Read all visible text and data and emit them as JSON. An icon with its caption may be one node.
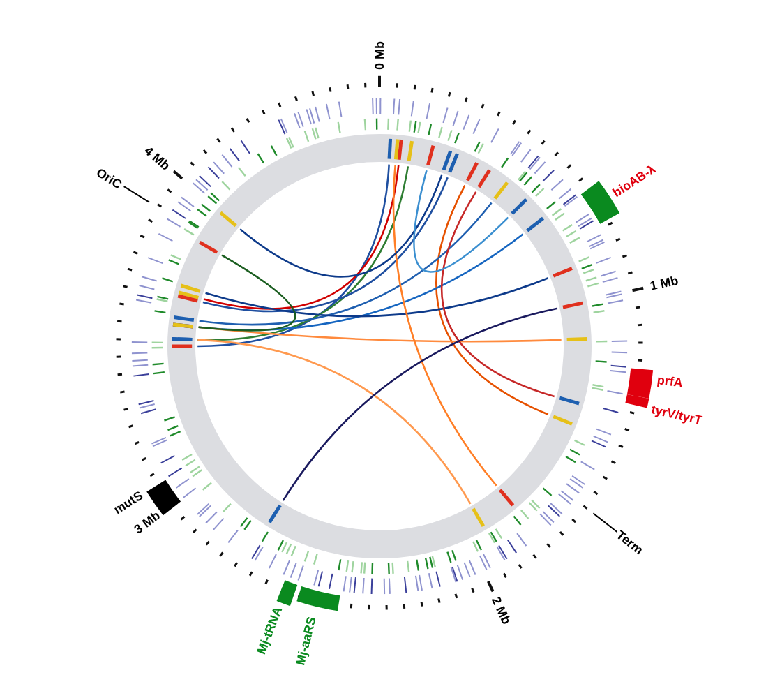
{
  "diagram": {
    "nodes": [
      {
        "text": [
          "OriC"
        ]
      },
      {
        "text": [
          "Term"
        ]
      }
    ],
    "edges": [
      {
        "from": 0,
        "to": null,
        "arrow": "none"
      },
      {
        "from": 1,
        "to": null,
        "arrow": "none"
      }
    ],
    "labels": [
      "0 Mb",
      "1 Mb",
      "2 Mb",
      "3 Mb",
      "4 Mb",
      "bioAB-λ",
      "prfA",
      "tyrV/tyrT",
      "mutS",
      "Mj-tRNA",
      "Mj-aaRS"
    ]
  }
}
